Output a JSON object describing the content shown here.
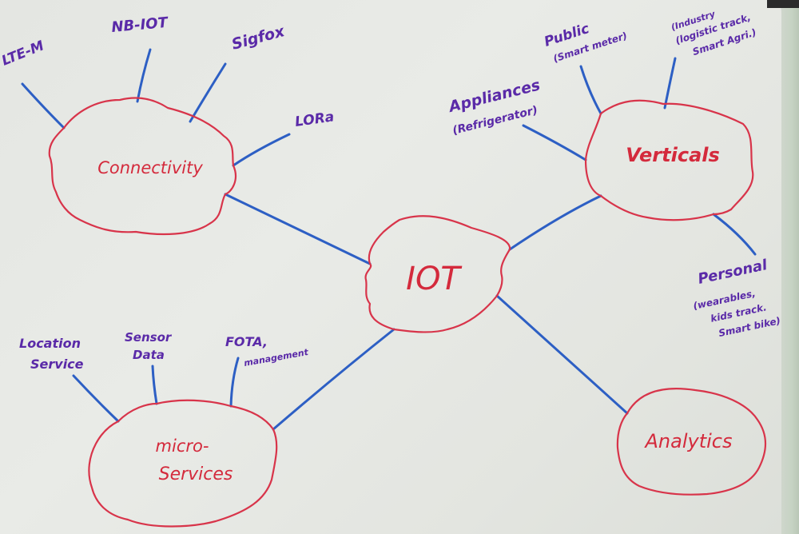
{
  "diagram": {
    "title": "IOT",
    "colors": {
      "board": "#e6e8e4",
      "cloud_outline": "#d8344a",
      "node_text": "#d42a3c",
      "connector": "#2d5fc4",
      "leaf_text": "#5a2aa8"
    },
    "center": {
      "label": "IOT"
    },
    "nodes": {
      "connectivity": {
        "label": "Connectivity"
      },
      "verticals": {
        "label": "Verticals"
      },
      "microservices": {
        "line1": "micro-",
        "line2": "Services"
      },
      "analytics": {
        "label": "Analytics"
      }
    },
    "leaves": {
      "connectivity": [
        {
          "label": "LTE-M"
        },
        {
          "label": "NB-IOT"
        },
        {
          "label": "Sigfox"
        },
        {
          "label": "LORa"
        }
      ],
      "verticals": {
        "appliances": {
          "line1": "Appliances",
          "line2": "(Refrigerator)"
        },
        "public": {
          "line1": "Public",
          "line2": "(Smart meter)"
        },
        "industry": {
          "line1": "(Industry",
          "line2": "(logistic track,",
          "line3": "Smart Agri.)"
        },
        "personal": {
          "line1": "Personal",
          "line2": "(wearables,",
          "line3": "kids track.",
          "line4": "Smart bike)"
        }
      },
      "microservices": {
        "location": {
          "line1": "Location",
          "line2": "Service"
        },
        "sensor": {
          "line1": "Sensor",
          "line2": "Data"
        },
        "fota": {
          "line1": "FOTA,",
          "line2": "management"
        }
      }
    }
  }
}
